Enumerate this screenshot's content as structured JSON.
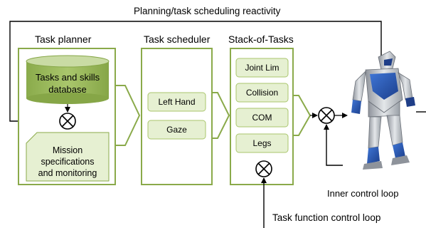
{
  "diagram": {
    "top_label": "Planning/task scheduling reactivity",
    "columns": {
      "planner": "Task planner",
      "scheduler": "Task scheduler",
      "sot": "Stack-of-Tasks"
    },
    "database": {
      "line1": "Tasks and skills",
      "line2": "database"
    },
    "mission": {
      "line1": "Mission",
      "line2": "specifications",
      "line3": "and monitoring"
    },
    "scheduler_tasks": [
      "Left Hand",
      "Gaze"
    ],
    "sot_tasks": [
      "Joint Lim",
      "Collision",
      "COM",
      "Legs"
    ],
    "inner_loop": "Inner control loop",
    "task_function_loop": "Task function control loop",
    "colors": {
      "block_border": "#8aaa4a",
      "pill_fill": "#e6f0d2",
      "database_fill": "#9bbb59",
      "database_top": "#c9dba4",
      "robot_blue": "#2a5ab8",
      "robot_silver": "#c8ccd2"
    }
  }
}
